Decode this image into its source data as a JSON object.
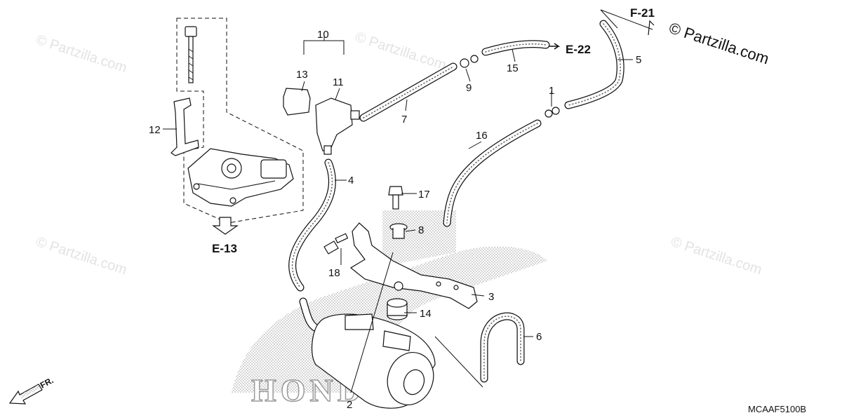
{
  "watermark": "© Partzilla.com",
  "copyright": "© Partzilla.com",
  "diagram_code": "MCAAF5100B",
  "brand_mark": "HONDA",
  "front_arrow_label": "FR.",
  "refs": {
    "f21": "F-21",
    "e22": "E-22",
    "e13": "E-13"
  },
  "callouts": {
    "c1": "1",
    "c2": "2",
    "c3": "3",
    "c4": "4",
    "c5": "5",
    "c6": "6",
    "c7": "7",
    "c8": "8",
    "c9": "9",
    "c10": "10",
    "c11": "11",
    "c12": "12",
    "c13": "13",
    "c14": "14",
    "c15": "15",
    "c16": "16",
    "c17": "17",
    "c18": "18"
  }
}
